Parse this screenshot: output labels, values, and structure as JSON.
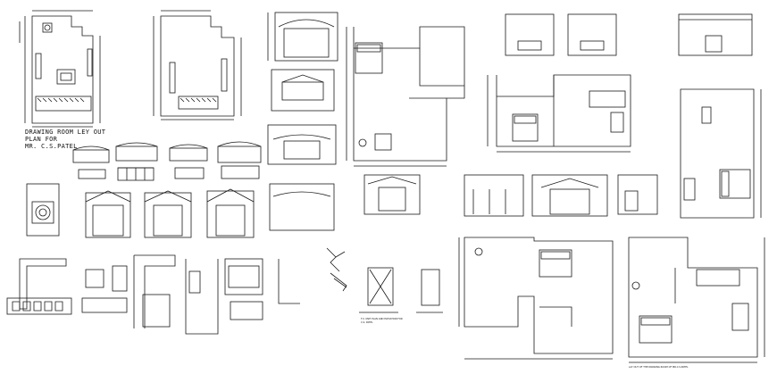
{
  "sheet": {
    "background": "#ffffff",
    "line_color": "#1a1a1a"
  },
  "captions": {
    "drawing_room_title_1": "DRAWING ROOM LEY OUT",
    "drawing_room_title_2": "PLAN FOR",
    "drawing_room_title_3": "MR. C.S.PATEL",
    "toilet_caption": "T.V. UNIT PLAN AND ELEVATION FOR",
    "toilet_caption_2": "C.S. PATEL",
    "bottom_right_caption": "LAY OUT OF THE DRAWING ROOM OF MR.C.S.PATEL"
  }
}
